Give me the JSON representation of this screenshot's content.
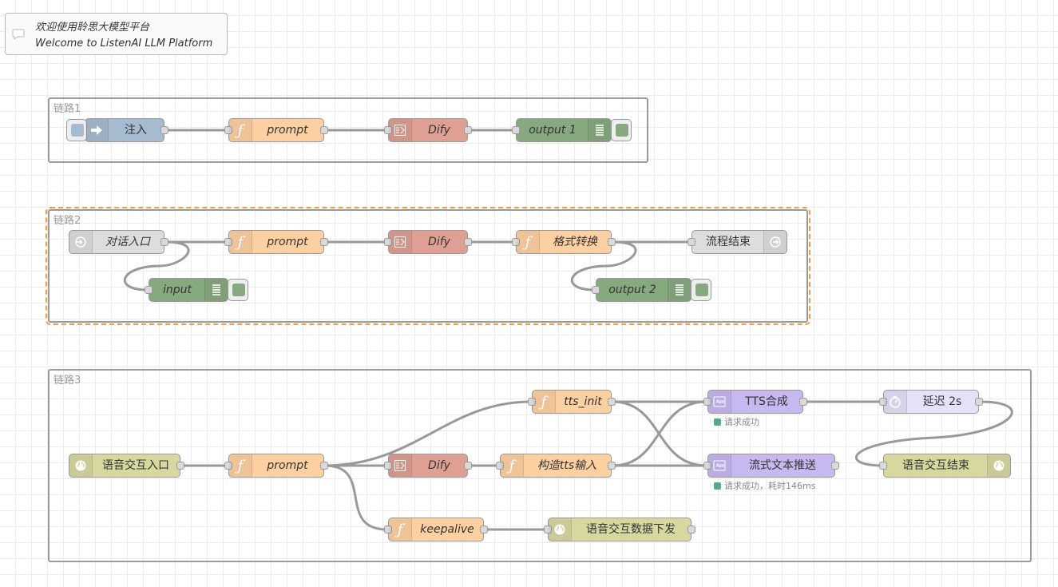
{
  "comment": {
    "line1": "欢迎使用聆思大模型平台",
    "line2": "Welcome to ListenAI LLM Platform"
  },
  "groups": {
    "g1": "链路1",
    "g2": "链路2",
    "g3": "链路3"
  },
  "nodes": {
    "inject": "注入",
    "prompt1": "prompt",
    "dify1": "Dify",
    "output1": "output 1",
    "link_in": "对话入口",
    "prompt2": "prompt",
    "dify2": "Dify",
    "format": "格式转换",
    "flow_end": "流程结束",
    "input": "input",
    "output2": "output 2",
    "voice_in": "语音交互入口",
    "prompt3": "prompt",
    "tts_init": "tts_init",
    "dify3": "Dify",
    "build_tts": "构造tts输入",
    "keepalive": "keepalive",
    "tts": "TTS合成",
    "stream": "流式文本推送",
    "delay": "延迟 2s",
    "voice_end": "语音交互结束",
    "voice_data": "语音交互数据下发"
  },
  "status": {
    "tts": "请求成功",
    "stream": "请求成功，耗时146ms"
  },
  "colors": {
    "inject": "#a6bbcf",
    "function": "#fdd0a2",
    "dify": "#dfa093",
    "debug": "#87a980",
    "link": "#dddddd",
    "websocket": "#d7d7a0",
    "tts": "#c7b8f0",
    "delay": "#e6e0f8",
    "selection": "#ff9a3c"
  },
  "icons": [
    "comment-icon",
    "inject-arrow-icon",
    "function-icon",
    "dify-icon",
    "debug-list-icon",
    "link-in-icon",
    "link-out-icon",
    "globe-icon",
    "audio-icon",
    "timer-icon"
  ]
}
